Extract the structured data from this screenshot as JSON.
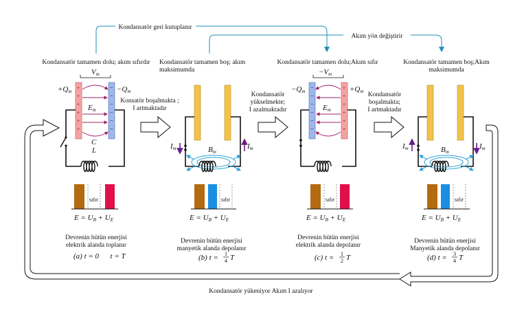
{
  "top_labels": {
    "reverse": "Kondansatör geri kutuplanır",
    "current_change": "Akım yön değiştirir",
    "bottom": "Kondansatör yükeniyor Akım I azalıyor"
  },
  "panels": [
    {
      "title": [
        "Kondansatör tamamen dolu; akım sıfırdır"
      ],
      "voltage": "V",
      "energy_caption": [
        "Devrenin bütün enerjisi",
        "elektrik alanda toplanır"
      ],
      "time_label": "(a) t = 0      t = T",
      "bar_label": "sıfır"
    },
    {
      "title": [
        "Kondansatör tamamen boş; akım",
        "maksimumda"
      ],
      "energy_caption": [
        "Devrenin bütün enerjisi",
        "manyetik alanda depolanır"
      ],
      "time_label": "(b) t = ",
      "time_frac": [
        "1",
        "4"
      ],
      "bar_label": "sıfır"
    },
    {
      "title": [
        "Kondansatör tamamen dolu;Akım sıfır"
      ],
      "voltage": "−V",
      "energy_caption": [
        "Devrenin bütün enerjisi",
        "elektrik alanda depolanır"
      ],
      "time_label": "(c) t = ",
      "time_frac": [
        "1",
        "2"
      ],
      "bar_label": "sıfır"
    },
    {
      "title": [
        "Kondansatör tamamen boş;Akım",
        "maksimumda"
      ],
      "energy_caption": [
        "Devrenin bütün enerjisi",
        "Manyetik alanda depolanır"
      ],
      "time_label": "(d) t = ",
      "time_frac": [
        "3",
        "4"
      ],
      "bar_label": "sıfır"
    }
  ],
  "arrow_labels": [
    [
      "Konsatör boşalmakta ;",
      "I artmaktadır"
    ],
    [
      "Kondansatör",
      "yükselmekte;",
      "I azalmaktadır"
    ],
    [
      "Kondansatör",
      "boşalmakta;",
      "I artmaktadır"
    ]
  ],
  "symbols": {
    "q_plus": "+Q",
    "q_minus": "−Q",
    "m_sub": "m",
    "E": "E",
    "B": "B",
    "I": "I",
    "C": "C",
    "L": "L",
    "energy_eq_lhs": "E = U",
    "B_sub": "B",
    "plus": " + U",
    "E_sub": "E",
    "T": "T"
  },
  "colors": {
    "plate_pos": "#f4a3a3",
    "plate_neg": "#9fb8e8",
    "plate_neutral": "#f3c24a",
    "field_line": "#a0206a",
    "magnetic": "#2aa0d8",
    "bar_brown": "#b36a10",
    "bar_magenta": "#e0104a",
    "bar_blue": "#1a8ee0",
    "cycle_arrow": "#ffffff"
  }
}
